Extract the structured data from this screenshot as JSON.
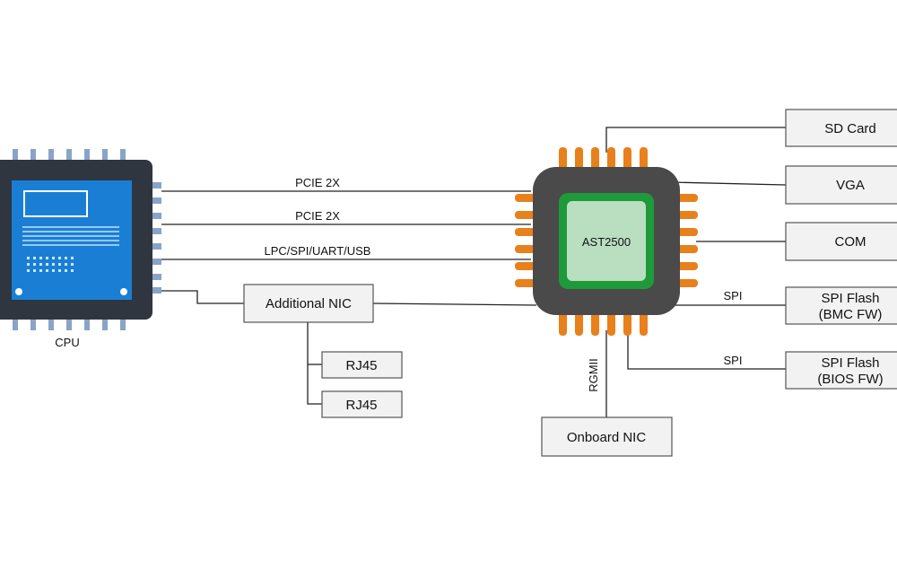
{
  "cpu": {
    "label": "CPU"
  },
  "bmc": {
    "label": "AST2500"
  },
  "buses": {
    "pcie_1": "PCIE 2X",
    "pcie_2": "PCIE 2X",
    "lpc": "LPC/SPI/UART/USB",
    "spi_1": "SPI",
    "spi_2": "SPI",
    "rgmii": "RGMII"
  },
  "boxes": {
    "additional_nic": "Additional NIC",
    "rj45_1": "RJ45",
    "rj45_2": "RJ45",
    "onboard_nic": "Onboard NIC",
    "sd_card": "SD Card",
    "vga": "VGA",
    "com": "COM",
    "spi_flash_bmc_1": "SPI Flash",
    "spi_flash_bmc_2": "(BMC FW)",
    "spi_flash_bios_1": "SPI Flash",
    "spi_flash_bios_2": "(BIOS FW)"
  },
  "colors": {
    "cpu_body": "#2f3640",
    "cpu_die": "#1a7fd4",
    "cpu_pins": "#8aa3c8",
    "bmc_body": "#4a4a4a",
    "bmc_pins": "#e8801c",
    "bmc_ring": "#1f9a3a",
    "bmc_core": "#b9dfc0",
    "box_fill": "#f2f2f2"
  }
}
